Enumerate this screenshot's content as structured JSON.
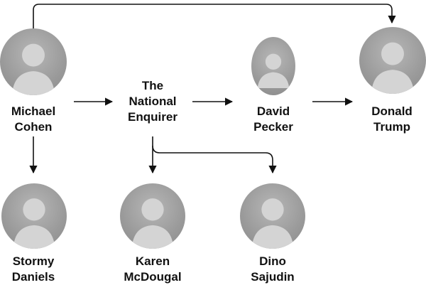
{
  "colors": {
    "text": "#111111",
    "arrow": "#111111",
    "placeholder": "#9a9a9a"
  },
  "nodes": {
    "cohen": {
      "line1": "Michael",
      "line2": "Cohen",
      "avatar_icon": "person-placeholder-icon"
    },
    "enquirer": {
      "line1": "The",
      "line2": "National",
      "line3": "Enquirer"
    },
    "pecker": {
      "line1": "David",
      "line2": "Pecker",
      "avatar_icon": "person-placeholder-icon"
    },
    "trump": {
      "line1": "Donald",
      "line2": "Trump",
      "avatar_icon": "person-placeholder-icon"
    },
    "daniels": {
      "line1": "Stormy",
      "line2": "Daniels",
      "avatar_icon": "person-placeholder-icon"
    },
    "mcdougal": {
      "line1": "Karen",
      "line2": "McDougal",
      "avatar_icon": "person-placeholder-icon"
    },
    "sajudin": {
      "line1": "Dino",
      "line2": "Sajudin",
      "avatar_icon": "person-placeholder-icon"
    }
  },
  "edges": [
    {
      "from": "Michael Cohen",
      "to": "Donald Trump"
    },
    {
      "from": "Michael Cohen",
      "to": "The National Enquirer"
    },
    {
      "from": "The National Enquirer",
      "to": "David Pecker"
    },
    {
      "from": "David Pecker",
      "to": "Donald Trump"
    },
    {
      "from": "Michael Cohen",
      "to": "Stormy Daniels"
    },
    {
      "from": "The National Enquirer",
      "to": "Karen McDougal"
    },
    {
      "from": "The National Enquirer",
      "to": "Dino Sajudin"
    }
  ]
}
